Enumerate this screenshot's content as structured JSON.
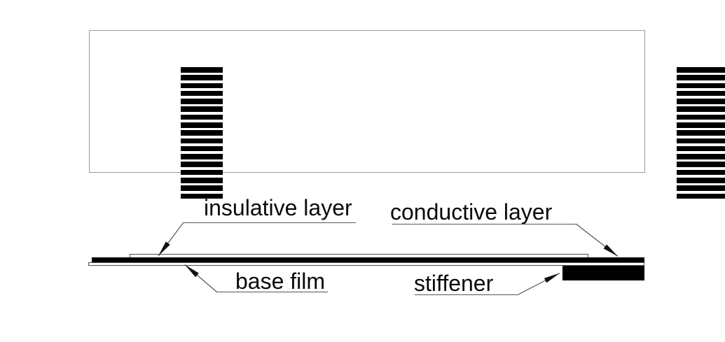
{
  "diagram": {
    "labels": {
      "insulative_layer": "insulative layer",
      "conductive_layer": "conductive layer",
      "base_film": "base film",
      "stiffener": "stiffener"
    },
    "top_view": {
      "left_contact_count": 17,
      "right_contact_count": 17
    },
    "colors": {
      "ink": "#000000",
      "line": "#555555",
      "border": "#9a9a9a",
      "background": "#ffffff"
    }
  }
}
